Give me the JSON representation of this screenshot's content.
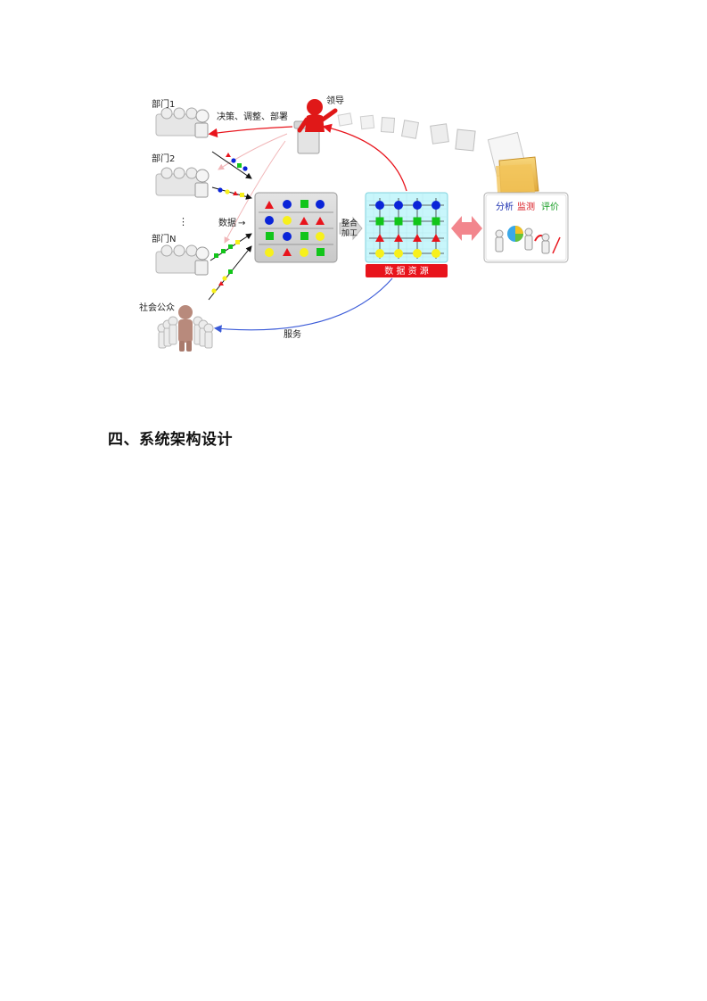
{
  "diagram": {
    "departments": [
      "部门1",
      "部门2",
      "部门N"
    ],
    "ellipsis": "⋮",
    "leader": "领导",
    "decision_label": "决策、调整、部署",
    "data_label": "数据",
    "data_arrow": "→",
    "integrate_label_1": "整合",
    "integrate_label_2": "加工",
    "resource_label": "数 据 资 源",
    "analysis_labels": [
      "分析",
      "监测",
      "评价"
    ],
    "public_label": "社会公众",
    "service_label": "服务",
    "colors": {
      "red": "#e8141c",
      "blue": "#0a24d8",
      "green": "#12c51a",
      "yellow": "#f7f01c",
      "resource_bg": "#c8f6fb",
      "resource_banner": "#e8141c",
      "double_arrow": "#f2868d"
    }
  },
  "section_heading": "四、系统架构设计"
}
